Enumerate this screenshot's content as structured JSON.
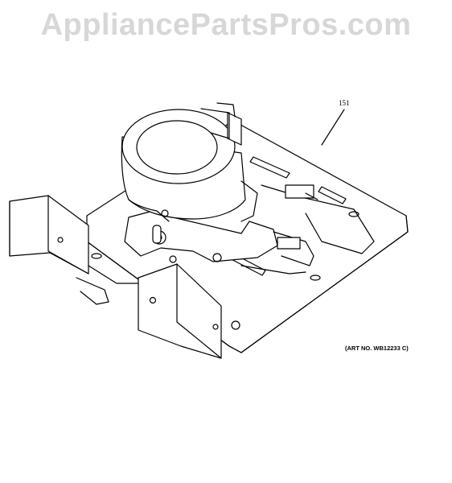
{
  "watermark": {
    "text": "AppliancePartsPros.com"
  },
  "diagram": {
    "callout_label": "151",
    "art_number": "(ART NO. WB12233 C)"
  }
}
